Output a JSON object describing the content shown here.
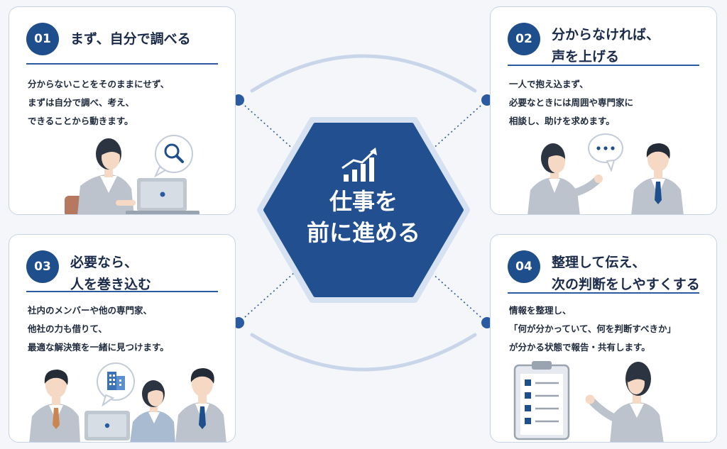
{
  "hub": {
    "line1": "仕事を",
    "line2": "前に進める"
  },
  "steps": [
    {
      "number": "01",
      "title": [
        "まず、自分で調べる"
      ],
      "desc": [
        "分からないことをそのままにせず、",
        "まずは自分で調べ、考え、",
        "できることから動きます。"
      ]
    },
    {
      "number": "02",
      "title": [
        "分からなければ、",
        "声を上げる"
      ],
      "desc": [
        "一人で抱え込まず、",
        "必要なときには周囲や専門家に",
        "相談し、助けを求めます。"
      ]
    },
    {
      "number": "03",
      "title": [
        "必要なら、",
        "人を巻き込む"
      ],
      "desc": [
        "社内のメンバーや他の専門家、",
        "他社の力も借りて、",
        "最適な解決策を一緒に見つけます。"
      ]
    },
    {
      "number": "04",
      "title": [
        "整理して伝え、",
        "次の判断をしやすくする"
      ],
      "desc": [
        "情報を整理し、",
        "「何が分かっていて、何を判断すべきか」",
        "が分かる状態で報告・共有します。"
      ]
    }
  ],
  "colors": {
    "navy": "#1f4e8c",
    "hub": "#224f8f",
    "border": "#c7d3e6",
    "skin": "#f6d9c4",
    "suit": "#bcc3cc"
  }
}
